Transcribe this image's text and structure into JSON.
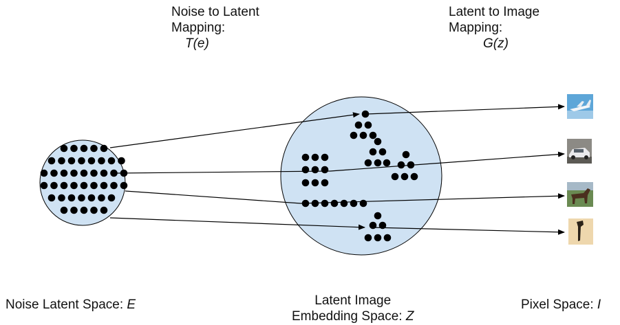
{
  "mapping_left": {
    "line1": "Noise to Latent",
    "line2": "Mapping:",
    "formula": "T(e)"
  },
  "mapping_right": {
    "line1": "Latent to Image",
    "line2": "Mapping:",
    "formula": "G(z)"
  },
  "spaces": {
    "noise": {
      "text": "Noise Latent Space: ",
      "symbol": "E"
    },
    "embedding": {
      "line1": "Latent Image",
      "line2_text": "Embedding Space: ",
      "symbol": "Z"
    },
    "pixel": {
      "text": "Pixel Space: ",
      "symbol": "I"
    }
  },
  "colors": {
    "circle_fill": "#cfe2f3",
    "stroke": "#000000",
    "dot": "#000000"
  },
  "images": [
    "airplane",
    "car",
    "horse",
    "bird"
  ]
}
